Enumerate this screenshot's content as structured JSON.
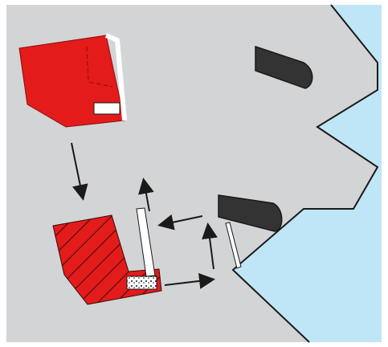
{
  "diagram": {
    "colors": {
      "background": "#d3d4d6",
      "tool_blue": "#bfe6f6",
      "insert_red": "#e31b1b",
      "insert_dark": "#333333",
      "outline": "#1a1a1a",
      "white": "#ffffff",
      "arrow": "#1a1a1a"
    },
    "elements": [
      "top-red-insert",
      "hatched-red-insert",
      "cutter-body",
      "upper-cutting-tip",
      "lower-cutting-tip",
      "flow-arrow-down",
      "flow-arrow-up",
      "flow-arrow-left",
      "flow-arrow-right",
      "flow-arrow-up-right"
    ]
  }
}
